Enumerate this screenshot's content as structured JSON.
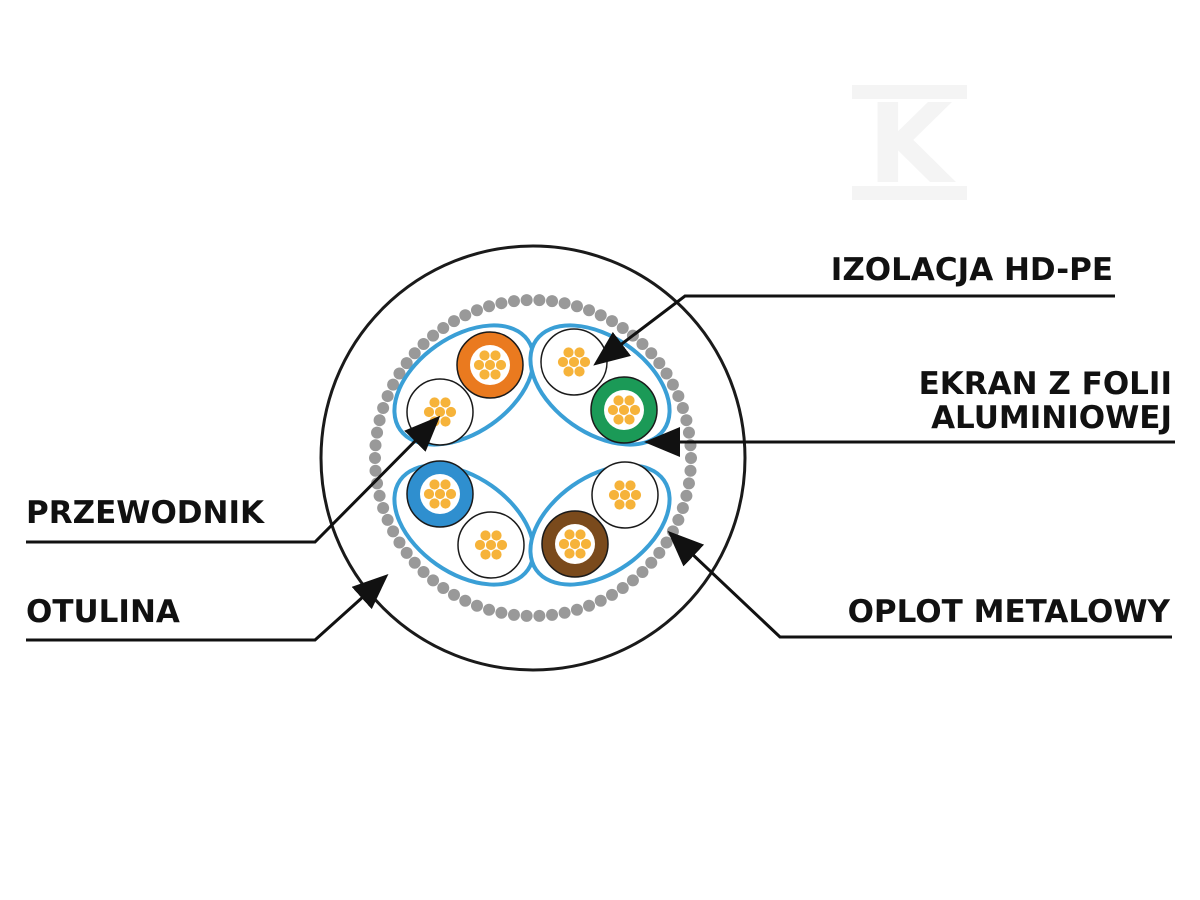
{
  "diagram": {
    "labels": {
      "insulation": "IZOLACJA HD-PE",
      "foil_line1": "EKRAN Z FOLII",
      "foil_line2": "ALUMINIOWEJ",
      "conductor": "PRZEWODNIK",
      "jacket": "OTULINA",
      "braid": "OPLOT METALOWY"
    },
    "wire_colors": {
      "orange": "#ea7a1f",
      "green": "#1b9a57",
      "blue": "#2f8fcf",
      "brown": "#7a4a1c",
      "white": "#ffffff",
      "copper": "#f6b33a",
      "foil": "#3a9fd6",
      "braid": "#999999",
      "ink": "#1a1a1a"
    },
    "watermark": "K"
  }
}
